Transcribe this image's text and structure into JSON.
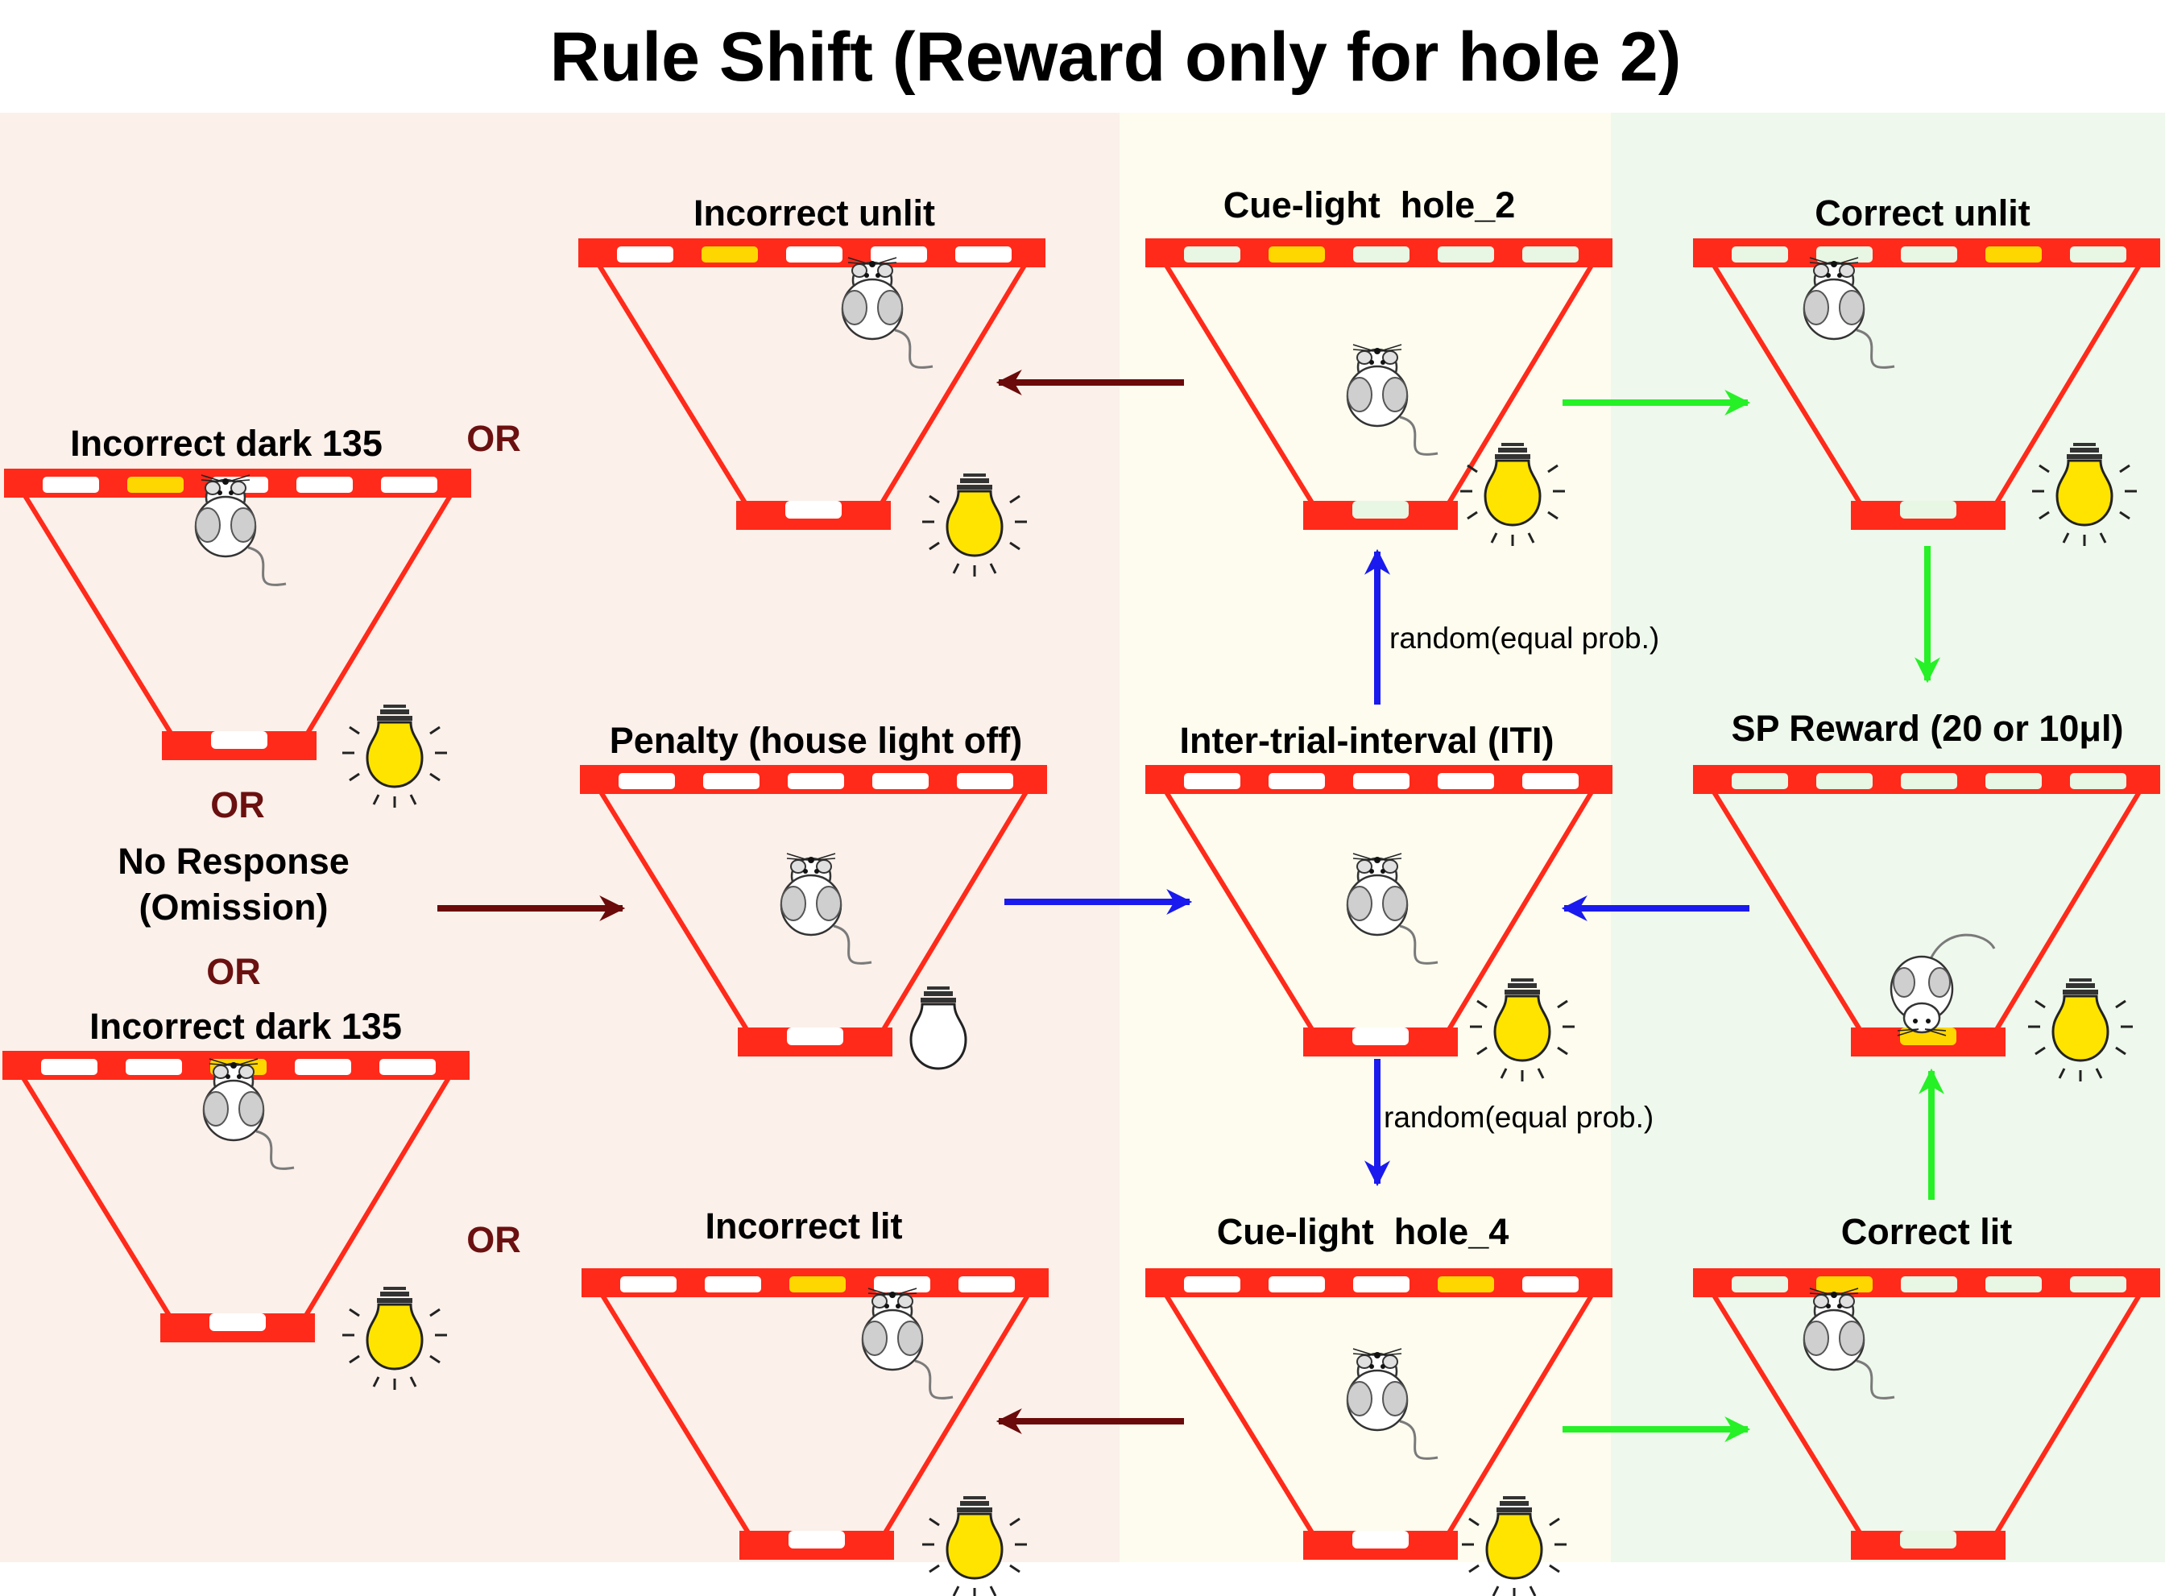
{
  "title": "Rule Shift (Reward only for hole 2)",
  "colors": {
    "zone_left": "#fbf0ea",
    "zone_middle": "#fdfcef",
    "zone_right": "#eef8ec",
    "chamber": "#ff2a1a",
    "hole_lit": "#ffd700",
    "hole_inactive": "#e8f6e4",
    "arrow_incorrect": "#6b0a0a",
    "arrow_correct": "#26f026",
    "arrow_iti": "#1a1aee",
    "bulb_on": "#ffe400",
    "bulb_off": "#ffffff"
  },
  "labels": {
    "incorrect_unlit": "Incorrect unlit",
    "cue_hole2": "Cue-light  hole_2",
    "correct_unlit": "Correct unlit",
    "incorrect_dark_top": "Incorrect dark 135",
    "or_1": "OR",
    "or_2": "OR",
    "no_response_1": "No Response",
    "no_response_2": "(Omission)",
    "or_3": "OR",
    "incorrect_dark_bottom": "Incorrect dark 135",
    "or_4": "OR",
    "penalty": "Penalty (house light off)",
    "iti": "Inter-trial-interval (ITI)",
    "sp_reward": "SP Reward (20 or 10μl)",
    "incorrect_lit": "Incorrect lit",
    "cue_hole4": "Cue-light  hole_4",
    "correct_lit": "Correct lit",
    "random_up": "random(equal prob.)",
    "random_down": "random(equal prob.)"
  }
}
